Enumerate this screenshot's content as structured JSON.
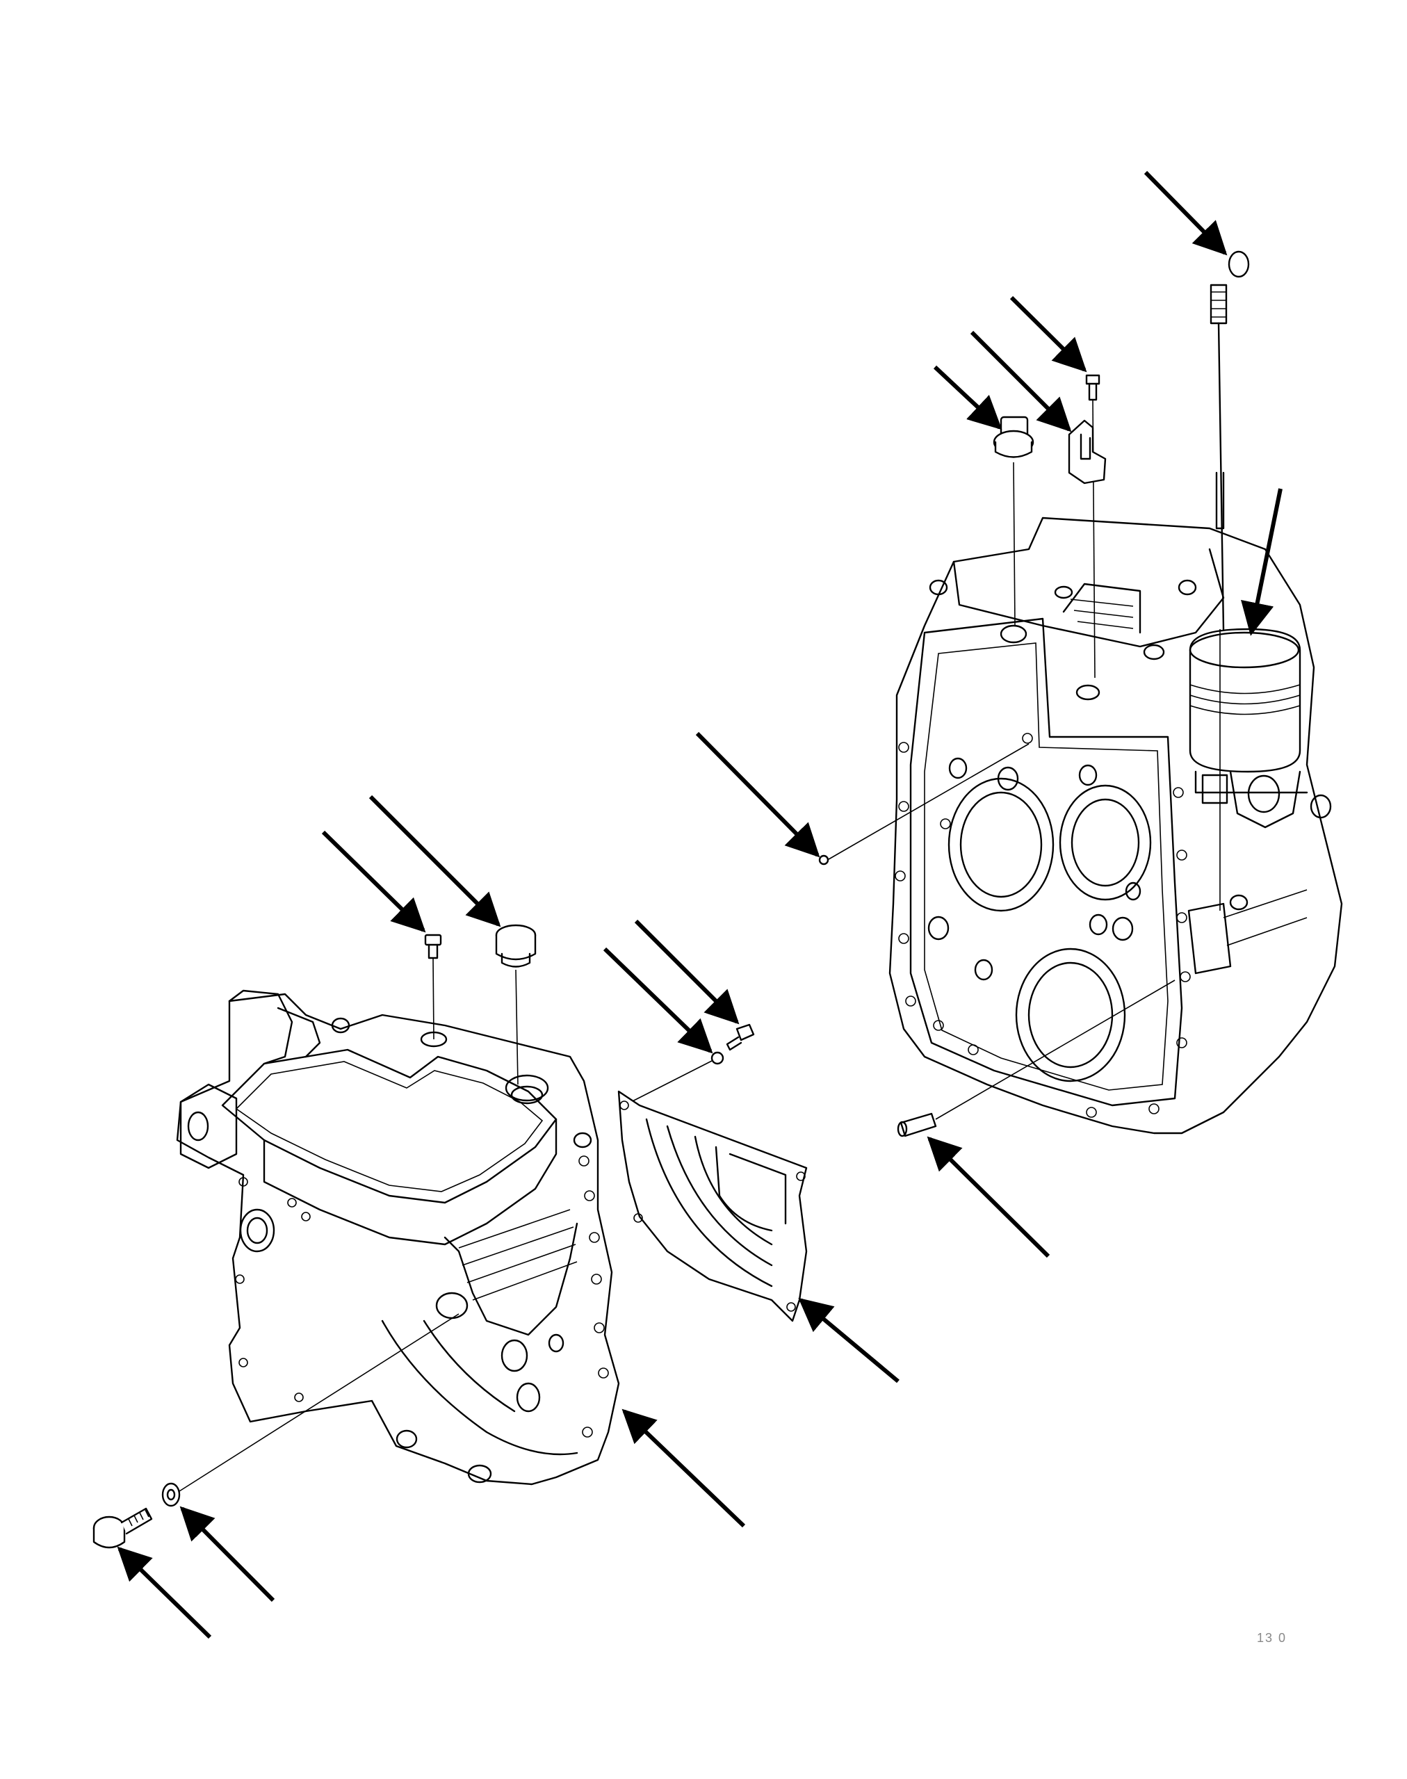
{
  "figure": {
    "corner_code": "13 0"
  },
  "colors": {
    "line": "#000000",
    "background": "#ffffff"
  },
  "callouts": [
    {
      "id": "dipstick",
      "icon": "arrow-icon"
    },
    {
      "id": "bolt-top",
      "icon": "arrow-icon"
    },
    {
      "id": "bracket",
      "icon": "arrow-icon"
    },
    {
      "id": "breather-plug",
      "icon": "arrow-icon"
    },
    {
      "id": "oil-filter",
      "icon": "arrow-icon"
    },
    {
      "id": "small-ring",
      "icon": "arrow-icon"
    },
    {
      "id": "dowel-pin",
      "icon": "arrow-icon"
    },
    {
      "id": "front-bolt",
      "icon": "arrow-icon"
    },
    {
      "id": "front-plug",
      "icon": "arrow-icon"
    },
    {
      "id": "cover-screw",
      "icon": "arrow-icon"
    },
    {
      "id": "cover-washer",
      "icon": "arrow-icon"
    },
    {
      "id": "cover-plate",
      "icon": "arrow-icon"
    },
    {
      "id": "front-housing",
      "icon": "arrow-icon"
    },
    {
      "id": "lower-bolt",
      "icon": "arrow-icon"
    },
    {
      "id": "lower-washer",
      "icon": "arrow-icon"
    }
  ]
}
